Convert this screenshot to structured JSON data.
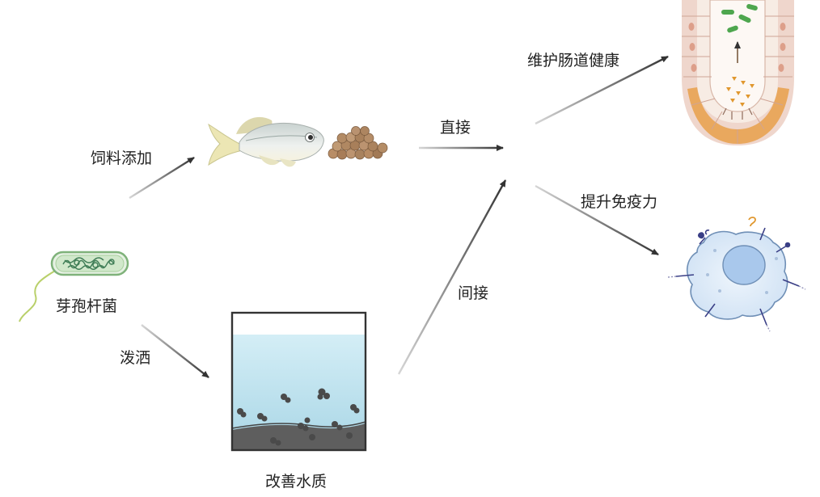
{
  "labels": {
    "feed_addition": "饲料添加",
    "bacillus": "芽孢杆菌",
    "spraying": "泼洒",
    "direct": "直接",
    "indirect": "间接",
    "water_quality": "改善水质",
    "gut_health": "维护肠道健康",
    "immunity": "提升免疫力"
  },
  "colors": {
    "arrow": "#333333",
    "water": "#bfe2ee",
    "sediment": "#5e5e5e",
    "cell_fill": "#dbe9f7",
    "nucleus": "#a9c8ec",
    "gut_tissue": "#efd6cc",
    "gut_base": "#e8a04a"
  },
  "icons": [
    "bacillus-bacterium-icon",
    "fish-icon",
    "feed-pellets-icon",
    "water-tank-icon",
    "intestine-villus-icon",
    "immune-cell-icon"
  ]
}
